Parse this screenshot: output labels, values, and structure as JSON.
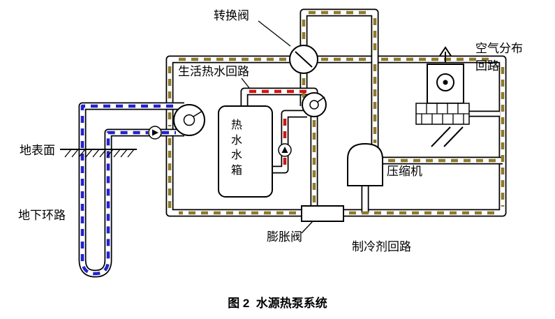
{
  "figure": {
    "caption": "图 2  水源热泵系统"
  },
  "labels": {
    "conversion_valve": "转换阀",
    "air_distribution_loop": "空气分布\n回路",
    "domestic_hot_water_loop": "生活热水回路",
    "ground_surface": "地表面",
    "hot_water_tank": "热水水箱",
    "compressor": "压缩机",
    "underground_loop": "地下环路",
    "expansion_valve": "膨胀阀",
    "refrigerant_loop": "制冷剂回路"
  },
  "colors": {
    "refrigerant_flow": "#8f7a2a",
    "ground_loop_flow": "#2222d0",
    "hot_water_flow": "#d01414",
    "pipe_outline": "#000000"
  }
}
